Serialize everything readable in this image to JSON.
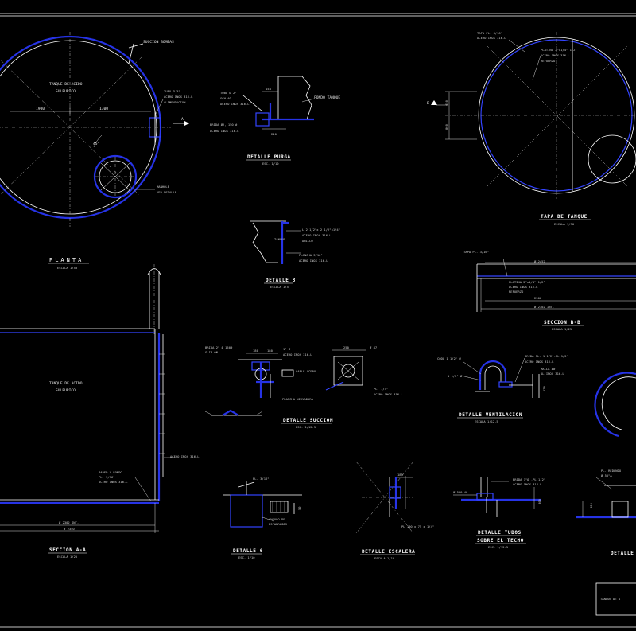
{
  "labels": {
    "succion_bombas": "SUCCION BOMBAS",
    "tanque_title_1": "TANQUE DE ACIDO",
    "tanque_title_2": "SULFURICO",
    "dim_1900": "1900",
    "dim_1300": "1300",
    "angle_45": "45°",
    "tubo_3": "TUBO Ø 3\"",
    "acero_inox_316l": "ACERO INOX 316-L",
    "alimentacion": "ALIMENTACION",
    "manhole": "MANHOLE",
    "ver_detalle": "VER DETALLE",
    "arrow_a": "A",
    "planta": "PLANTA",
    "escala_1_50": "ESCALA 1/50",
    "tubo_2": "TUBO Ø 2\"",
    "sch_40": "SCH-40",
    "acero_inox_316l_b": "ACERO INOX 316-L",
    "brida_150": "BRIDA Ø2, 150 #",
    "acero_inox_316l_c": "ACERO INOX 316-L",
    "dim_154": "154",
    "dim_210": "210",
    "fondo_tanque": "FONDO TANQUE",
    "detalle_purga": "DETALLE PURGA",
    "esc_1_10": "ESC. 1/10",
    "le_angle": "L 2 1/2\"x 2 1/2\"x1/4\"",
    "acero_inox_2": "ACERO INOX 316-L",
    "anillo": "ANILLO",
    "tanque_small": "TANQUE",
    "plancha_3_16": "PLANCHA 3/16\"",
    "acero_inox_3": "ACERO INOX 316-L",
    "detalle_3": "DETALLE 3",
    "escala_1_5": "ESCALA 1/5",
    "tapa_pl": "TAPA PL. 3/16\"",
    "acero_inox_tapa": "ACERO INOX 316-L",
    "platina": "PLATINA 2\"x1/4\" 1/2\"",
    "acero_inox_tapa2": "ACERO INOX 316-L",
    "refuerzo": "REFUERZO",
    "b_label": "B",
    "dim_450": "450",
    "dim_860": "860",
    "tapa_de_tanque": "TAPA DE TANQUE",
    "escala_1_30": "ESCALA 1/30",
    "tapa_pl_b": "TAPA PL. 3/16\"",
    "dim_2452": "Ø 2452",
    "platina_b": "PLATINA 2\"x1/4\" 1/2\"",
    "acero_inox_b": "ACERO INOX 316-L",
    "refuerzo_b": "REFUERZO",
    "dim_2300": "2300",
    "dim_2302": "Ø 2302 INT.",
    "seccion_b_b": "SECCION B-B",
    "escala_1_25": "ESCALA 1/25",
    "tanque_title_3": "TANQUE DE ACIDO",
    "tanque_title_4": "SULFURICO",
    "acero_inox_side": "ACERO INOX 316-L",
    "pared_fondo": "PARED Y FONDO",
    "pl_3_16": "PL. 3/16\"",
    "acero_inox_4": "ACERO INOX 316-L",
    "dim_2302_int": "Ø 2302 INT.",
    "dim_2350": "Ø 2350",
    "seccion_a_a": "SECCION A-A",
    "escala_1_25_b": "ESCALA 1/25",
    "brida_150b": "BRIDA 2\" Ø 150#",
    "sch_80": "SLIP-ON",
    "dim_180": "180",
    "dim_180b": "180",
    "tubo_2b": "1\" Ø",
    "acero_inox_5": "ACERO INOX 316-L",
    "cable_acero": "CABLE ACERO",
    "plancha_nervadura": "PLANCHA NERVADURA",
    "dim_250": "250",
    "dim_87": "Ø 87",
    "pl_1_4": "PL. 1/4\"",
    "acero_inox_6": "ACERO INOX 316-L",
    "detalle_succion": "DETALLE SUCCION",
    "esc_1_12_5": "ESC. 1/12.5",
    "codo": "CODO 1 1/2\" Ø",
    "tubo_1_5": "1 1/2\" Ø",
    "brida_ventil": "BRIDA PL. 1 1/2\"-PL 1/2\"",
    "acero_inox_7": "ACERO INOX 316-L",
    "malla": "MALLA ##",
    "acero_inox_8": "AL INOX 316-L",
    "dim_120": "120",
    "detalle_ventilacion": "DETALLE VENTILACION",
    "escala_1_12_5": "ESCALA 1/12.5",
    "pl_3_16b": "PL. 3/16\"",
    "dim_50": "50",
    "angulo_desc": "ANGULO DE",
    "esparragos": "ESPARRAGOS",
    "detalle_6": "DETALLE 6",
    "esc_1_10b": "ESC. 1/10",
    "dim_185": "185",
    "pl_100": "PL 100 x 75 x 1/4\"",
    "detalle_escalera": "DETALLE ESCALERA",
    "escala_1_10": "ESCALA 1/10",
    "brida_tubo": "BRIDA 1\"Ø -PL 1/2\"",
    "acero_inox_9": "ACERO INOX 316-L",
    "dim_500": "Ø 500 40",
    "dim_300": "300",
    "detalle_tubos_1": "DETALLE TUBOS",
    "detalle_tubos_2": "SOBRE EL TECHO",
    "esc_1_12_5b": "ESC. 1/12.5",
    "pl_redondo": "PL. REDONDO",
    "pl_redondo_2": "Ø 55\"A",
    "dim_300b": "300",
    "detalle_partial": "DETALLE",
    "tanque_de_a": "TANQUE DE A"
  }
}
